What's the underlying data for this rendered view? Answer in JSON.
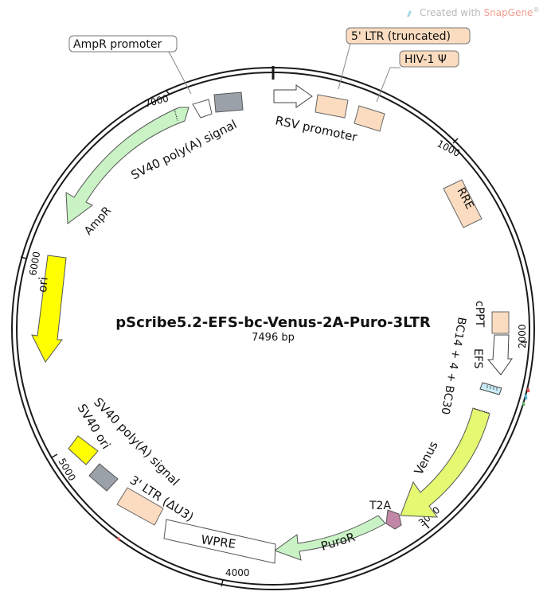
{
  "watermark": {
    "prefix": "Created with ",
    "brand": "SnapGene",
    "reg": "®"
  },
  "plasmid": {
    "name": "pScribe5.2-EFS-bc-Venus-2A-Puro-3LTR",
    "size": "7496 bp"
  },
  "ticks": {
    "t1000": "1000",
    "t2000": "2000",
    "t3000": "3000",
    "t4000": "4000",
    "t5000": "5000",
    "t6000": "6000",
    "t7000": "7000"
  },
  "features": {
    "ampr_promoter": "AmpR promoter",
    "ltr5": "5' LTR (truncated)",
    "hiv": "HIV-1 Ψ",
    "sv40_polya_top": "SV40 poly(A) signal",
    "rsv": "RSV promoter",
    "ampr": "AmpR",
    "rre": "RRE",
    "ori": "ori",
    "cppt": "cPPT",
    "efs": "EFS",
    "bc": "BC14 + 4 + BC30",
    "venus": "Venus",
    "sv40_polya_bottom": "SV40 poly(A) signal",
    "sv40_ori": "SV40 ori",
    "ltr3": "3' LTR (ΔU3)",
    "t2a": "T2A",
    "wpre": "WPRE",
    "puror": "PuroR"
  },
  "colors": {
    "backbone": "#1a1a1a",
    "peach": "#fbdcc0",
    "gray": "#9aa1a8",
    "light_green": "#c9f3c5",
    "yellow": "#ffff00",
    "lime": "#e4f871",
    "pink": "#c286a6",
    "light_blue": "#c8ecf7",
    "white": "#ffffff"
  }
}
